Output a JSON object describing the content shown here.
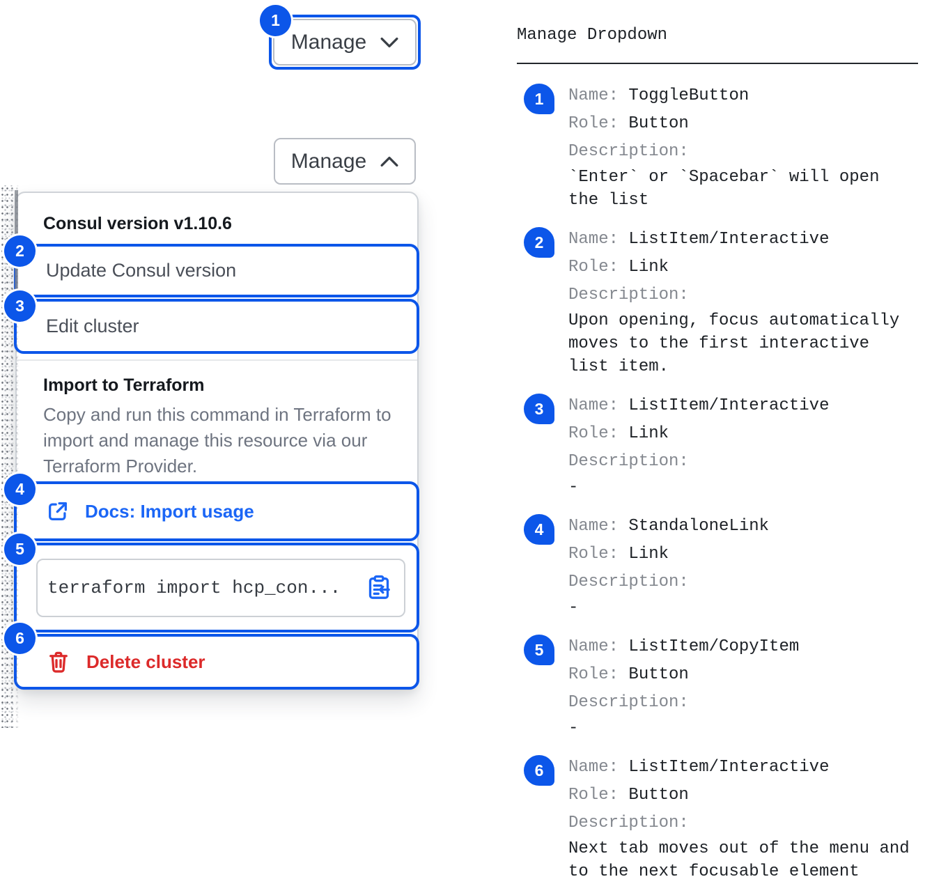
{
  "colors": {
    "annotation_blue": "#0c56e9",
    "link_blue": "#1b66f6",
    "critical_red": "#dc2a2a"
  },
  "icons": {
    "trigger_closed": "chevron-down-icon",
    "trigger_open": "chevron-up-icon",
    "docs_link": "external-link-icon",
    "copy": "clipboard-copy-icon",
    "delete": "trash-icon"
  },
  "left": {
    "trigger_closed": {
      "label": "Manage",
      "annotation": "1"
    },
    "trigger_open": {
      "label": "Manage"
    },
    "dropdown": {
      "header": "Consul version v1.10.6",
      "items": [
        {
          "label": "Update Consul version",
          "annotation": "2"
        },
        {
          "label": "Edit cluster",
          "annotation": "3"
        }
      ],
      "section": {
        "title": "Import to Terraform",
        "description": "Copy and run this command in Terraform to import and manage this resource via our Terraform Provider.",
        "link": {
          "label": "Docs: Import usage",
          "annotation": "4"
        },
        "code": {
          "text": "terraform import hcp_con...",
          "annotation": "5"
        },
        "delete": {
          "label": "Delete cluster",
          "annotation": "6"
        }
      }
    }
  },
  "right": {
    "title": "Manage Dropdown",
    "labels": {
      "name": "Name:",
      "role": "Role:",
      "description": "Description:"
    },
    "items": [
      {
        "num": "1",
        "name": "ToggleButton",
        "role": "Button",
        "description": "`Enter` or `Spacebar` will open the list"
      },
      {
        "num": "2",
        "name": "ListItem/Interactive",
        "role": "Link",
        "description": "Upon opening, focus automatically moves to the first interactive list item."
      },
      {
        "num": "3",
        "name": "ListItem/Interactive",
        "role": "Link",
        "description": "-"
      },
      {
        "num": "4",
        "name": "StandaloneLink",
        "role": "Link",
        "description": "-"
      },
      {
        "num": "5",
        "name": "ListItem/CopyItem",
        "role": "Button",
        "description": "-"
      },
      {
        "num": "6",
        "name": "ListItem/Interactive",
        "role": "Button",
        "description": "Next tab moves out of the menu and to the next focusable element"
      }
    ]
  }
}
